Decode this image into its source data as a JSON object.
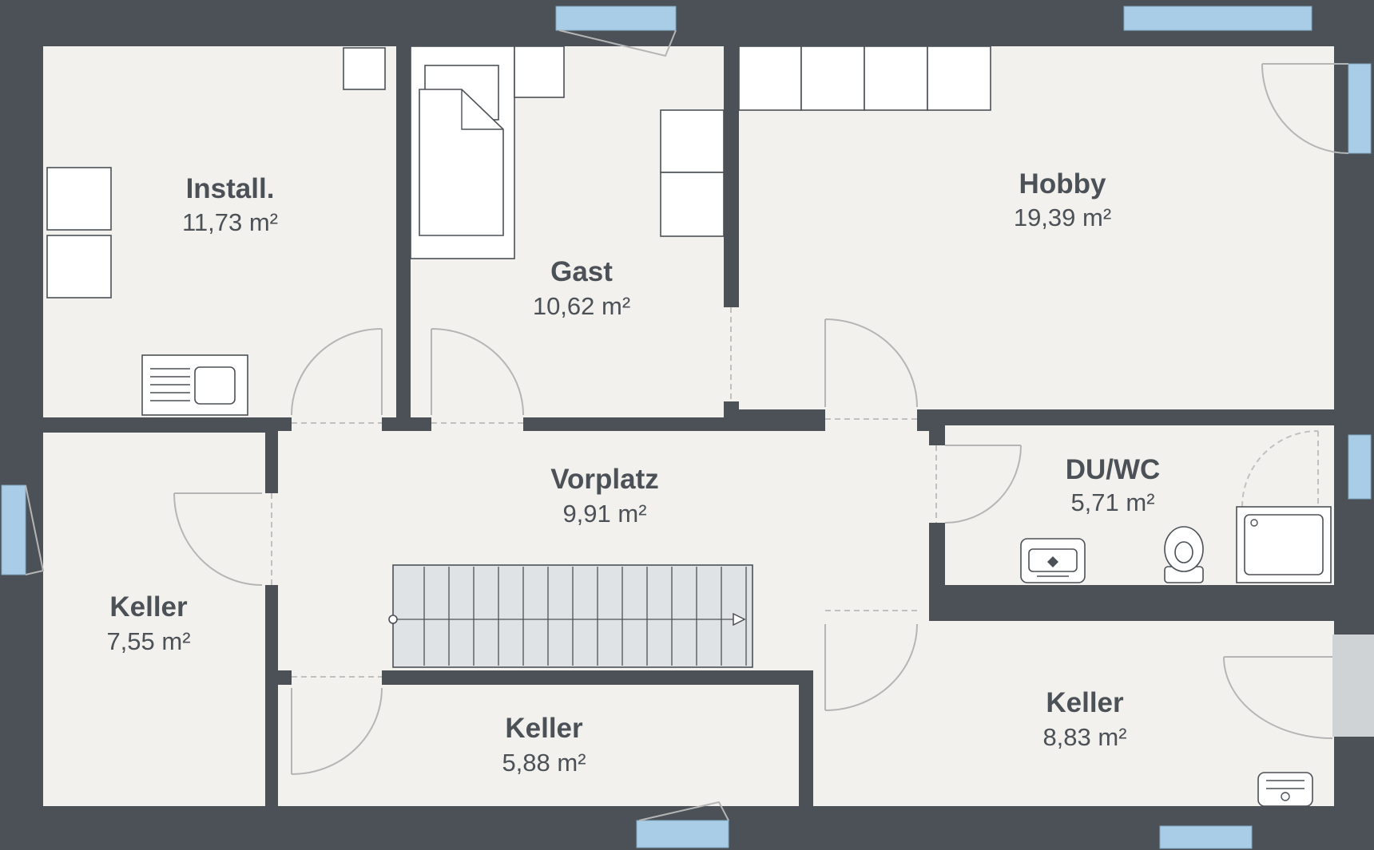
{
  "colors": {
    "wall": "#4b5157",
    "floor": "#f3f1ee",
    "window": "#a9cde6",
    "stair": "#dfe3e6",
    "label": "#4b5157"
  },
  "rooms": {
    "install": {
      "name": "Install.",
      "area": "11,73 m²"
    },
    "gast": {
      "name": "Gast",
      "area": "10,62 m²"
    },
    "hobby": {
      "name": "Hobby",
      "area": "19,39 m²"
    },
    "vorplatz": {
      "name": "Vorplatz",
      "area": "9,91 m²"
    },
    "duwc": {
      "name": "DU/WC",
      "area": "5,71 m²"
    },
    "keller_west": {
      "name": "Keller",
      "area": "7,55 m²"
    },
    "keller_mid": {
      "name": "Keller",
      "area": "5,88 m²"
    },
    "keller_east": {
      "name": "Keller",
      "area": "8,83 m²"
    }
  },
  "fixtures": [
    "bed",
    "wardrobe",
    "desk",
    "sink",
    "boiler-units",
    "stairs",
    "toilet",
    "shower",
    "washbasin",
    "radiator"
  ]
}
